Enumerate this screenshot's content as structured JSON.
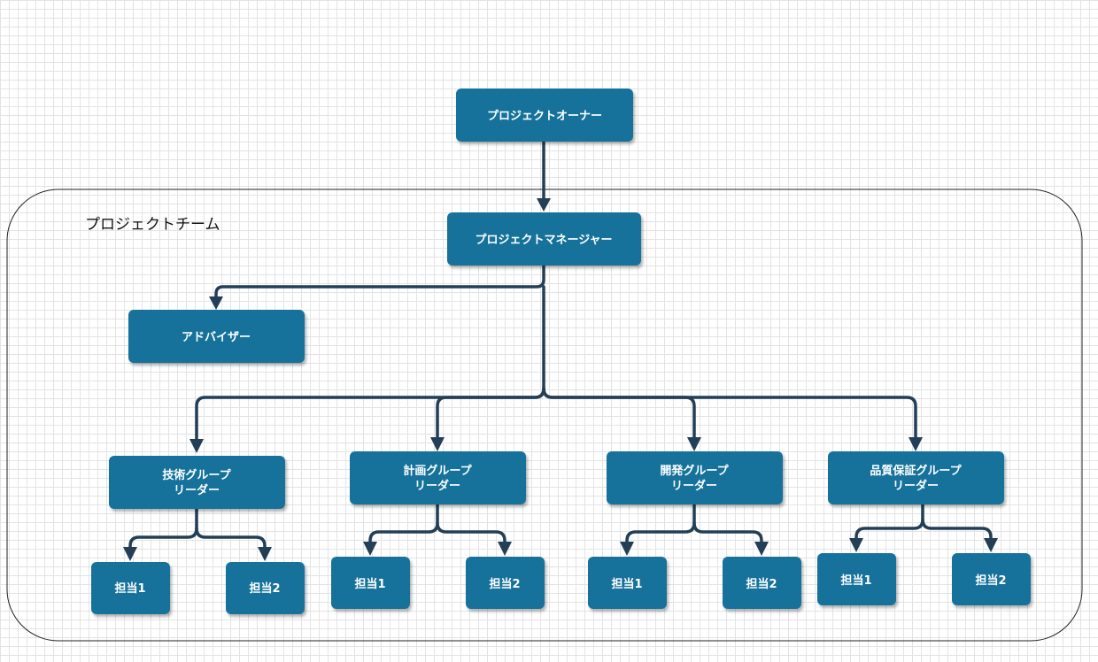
{
  "team_group": {
    "label": "プロジェクトチーム"
  },
  "nodes": {
    "owner": {
      "label": "プロジェクトオーナー"
    },
    "manager": {
      "label": "プロジェクトマネージャー"
    },
    "advisor": {
      "label": "アドバイザー"
    },
    "tech_leader": {
      "label_line1": "技術グループ",
      "label_line2": "リーダー"
    },
    "planning_leader": {
      "label_line1": "計画グループ",
      "label_line2": "リーダー"
    },
    "dev_leader": {
      "label_line1": "開発グループ",
      "label_line2": "リーダー"
    },
    "qa_leader": {
      "label_line1": "品質保証グループ",
      "label_line2": "リーダー"
    },
    "tech_staff1": {
      "label": "担当1"
    },
    "tech_staff2": {
      "label": "担当2"
    },
    "planning_staff1": {
      "label": "担当1"
    },
    "planning_staff2": {
      "label": "担当2"
    },
    "dev_staff1": {
      "label": "担当1"
    },
    "dev_staff2": {
      "label": "担当2"
    },
    "qa_staff1": {
      "label": "担当1"
    },
    "qa_staff2": {
      "label": "担当2"
    }
  },
  "colors": {
    "node_fill": "#16729b",
    "connector": "#223f57",
    "grid": "#e3e3e3"
  }
}
